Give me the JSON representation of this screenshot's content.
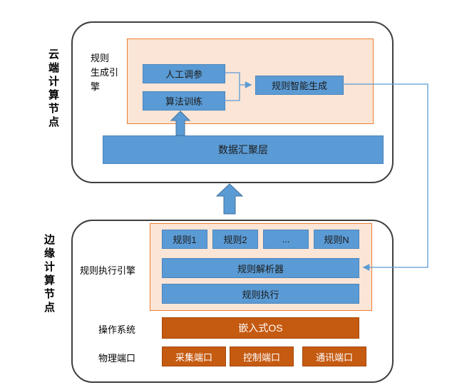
{
  "labels": {
    "cloud_node": "云端计算节点",
    "edge_node": "边缘计算节点"
  },
  "cloud": {
    "engine_label": "规则\n生成引\n擎",
    "manual_tuning": "人工调参",
    "algo_training": "算法训练",
    "smart_generation": "规则智能生成",
    "data_layer": "数据汇聚层"
  },
  "edge": {
    "engine_label": "规则执行引擎",
    "rules": [
      "规则1",
      "规则2",
      "...",
      "规则N"
    ],
    "parser": "规则解析器",
    "executor": "规则执行",
    "os_label": "操作系统",
    "os_box": "嵌入式OS",
    "ports_label": "物理端口",
    "ports": [
      "采集端口",
      "控制端口",
      "通讯端口"
    ]
  },
  "colors": {
    "blue_box": "#5B9BD5",
    "blue_border": "#4A85BD",
    "peach_fill": "#FBE5D6",
    "peach_border": "#ED7D31",
    "orange_box": "#C55A11",
    "connector": "#5B9BD5",
    "container_border": "#3F3F3F"
  }
}
